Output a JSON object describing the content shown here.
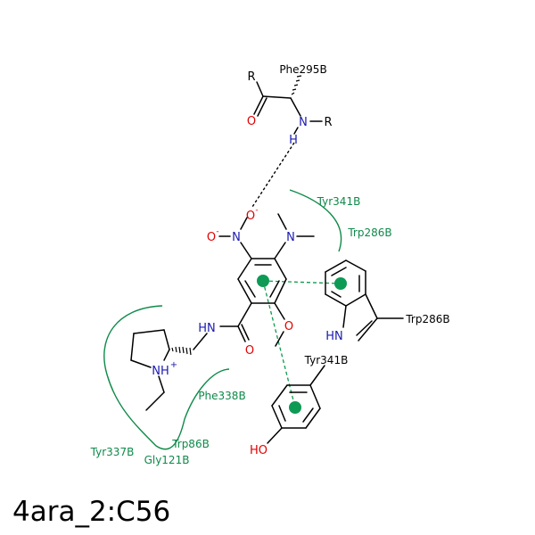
{
  "title": "4ara_2:C56",
  "atoms": {
    "r_top": "R",
    "o_carbonyl": "O",
    "n_backbone": "N",
    "r_right": "R",
    "h_backbone": "H",
    "o_minus_top": "O",
    "o_minus_left": "O",
    "minus": "-",
    "n_nitro": "N",
    "n_dimethyl": "N",
    "o_methoxy": "O",
    "nh_amide": "HN",
    "o_amide": "O",
    "nh_plus": "NH",
    "plus": "+",
    "hn_indole": "HN",
    "ho_phenol": "HO"
  },
  "residues": {
    "phe295": "Phe295B",
    "tyr341_arc": "Tyr341B",
    "trp286_arc": "Trp286B",
    "trp286_ring": "Trp286B",
    "tyr341_ring": "Tyr341B",
    "phe338": "Phe338B",
    "trp86": "Trp86B",
    "tyr337": "Tyr337B",
    "gly121": "Gly121B"
  },
  "colors": {
    "hydrophobic_contact": "#0f8a4a",
    "pi_stacking": "#0d9a55",
    "nitrogen": "#1a1ab0",
    "oxygen": "#e00000"
  }
}
